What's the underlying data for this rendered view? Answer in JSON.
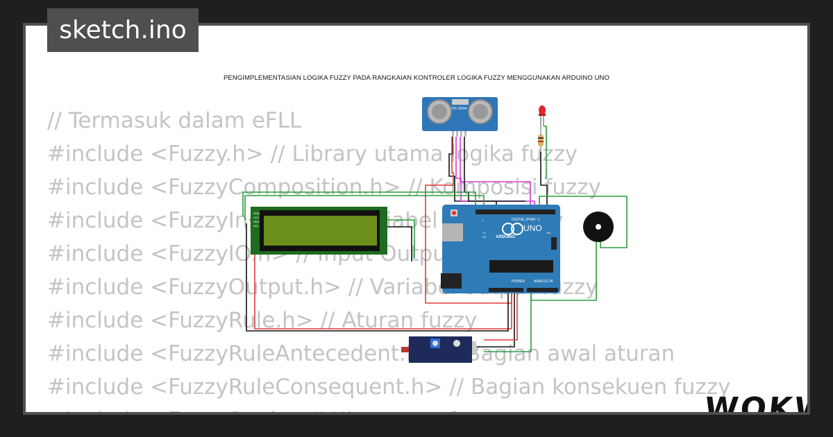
{
  "badge": {
    "label": "sketch.ino"
  },
  "project": {
    "title": "PENGIMPLEMENTASIAN LOGIKA FUZZY PADA RANGKAIAN KONTROLER LOGIKA FUZZY MENGGUNAKAN ARDUINO UNO"
  },
  "code_lines": [
    "// Termasuk dalam eFLL",
    "#include <Fuzzy.h> // Library utama logika fuzzy",
    "#include <FuzzyComposition.h> // Komposisi fuzzy",
    "#include <FuzzyInput.h> // Variabel input fuzzy",
    "#include <FuzzyIO.h> // Input Output fuzzy",
    "#include <FuzzyOutput.h> // Variabel output fuzzy",
    "#include <FuzzyRule.h> // Aturan fuzzy",
    "#include <FuzzyRuleAntecedent.h> // Bagian awal aturan",
    "#include <FuzzyRuleConsequent.h> // Bagian konsekuen fuzzy",
    "#include <FuzzySet.h> // Himpunan fuzzy"
  ],
  "components": {
    "sensor": {
      "label": "HC-SR04"
    },
    "arduino": {
      "model": "UNO",
      "brand": "ARDUINO",
      "digital_label": "DIGITAL (PWM ~)",
      "power_label": "POWER",
      "analog_label": "ANALOG IN",
      "on_label": "ON",
      "tx_label": "TX",
      "rx_label": "RX",
      "l_label": "L"
    },
    "lcd": {
      "pins": [
        "GND",
        "VCC",
        "SDA",
        "SCL"
      ]
    }
  },
  "logo": {
    "text": "WOKWi"
  },
  "colors": {
    "background": "#1f1f1f",
    "frame": "#4f4f4f",
    "board": "#2f7bb6",
    "lcd_screen": "#6b8f1a",
    "wire_red": "#e23a3a",
    "wire_black": "#111111",
    "wire_green": "#2a9d3a",
    "wire_magenta": "#d63ad6"
  }
}
